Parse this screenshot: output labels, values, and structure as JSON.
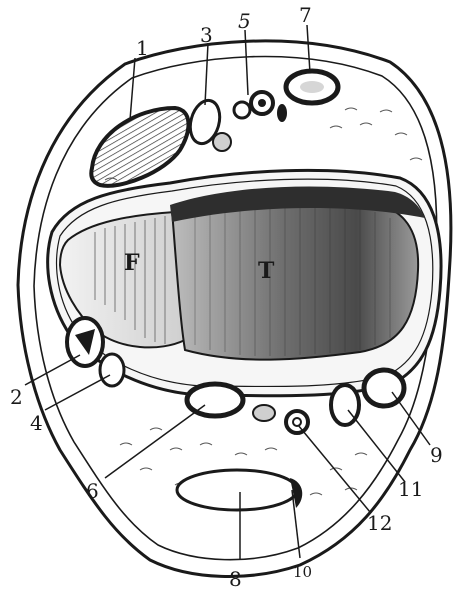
{
  "region_labels": {
    "femur": "F",
    "tibia": "T"
  },
  "callouts": [
    {
      "id": "1",
      "text": "1"
    },
    {
      "id": "2",
      "text": "2"
    },
    {
      "id": "3",
      "text": "3"
    },
    {
      "id": "4",
      "text": "4"
    },
    {
      "id": "5",
      "text": "5"
    },
    {
      "id": "6",
      "text": "6"
    },
    {
      "id": "7",
      "text": "7"
    },
    {
      "id": "8",
      "text": "8"
    },
    {
      "id": "9",
      "text": "9"
    },
    {
      "id": "10",
      "text": "10"
    },
    {
      "id": "11",
      "text": "11"
    },
    {
      "id": "12",
      "text": "12"
    }
  ],
  "colors": {
    "ink": "#1a1a1a",
    "paper": "#ffffff",
    "bone_light": "#e9e9e9",
    "bone_mid": "#8a8a8a",
    "bone_dark": "#3a3a3a"
  }
}
